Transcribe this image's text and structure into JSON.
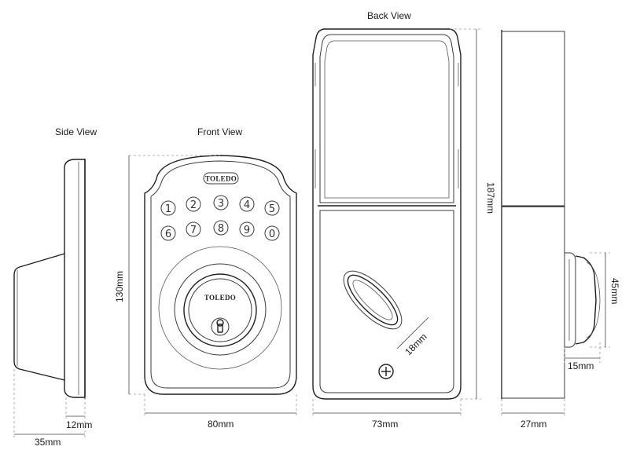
{
  "views": {
    "side": "Side View",
    "front": "Front View",
    "back": "Back View"
  },
  "brand": "TOLEDO",
  "keypad": {
    "row1": [
      "1",
      "2",
      "3",
      "4",
      "5"
    ],
    "row2": [
      "6",
      "7",
      "8",
      "9",
      "0"
    ]
  },
  "dimensions": {
    "side_depth": "35mm",
    "side_plate": "12mm",
    "front_width": "80mm",
    "front_height": "130mm",
    "back_width": "73mm",
    "back_height": "187mm",
    "thumb_turn": "18mm",
    "profile_width": "27mm",
    "knob_height": "45mm",
    "knob_depth": "15mm"
  }
}
